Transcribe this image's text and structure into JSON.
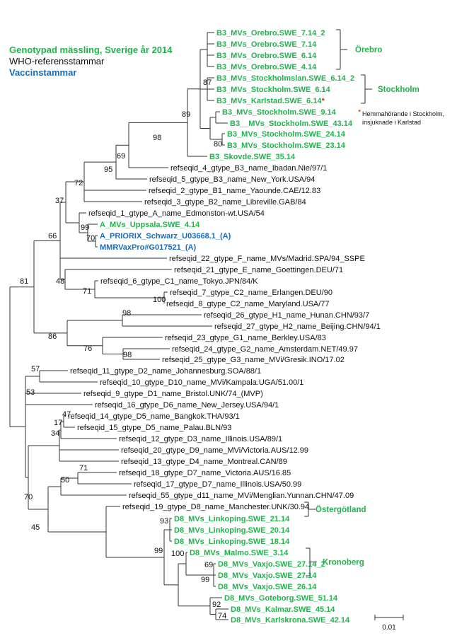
{
  "legend": {
    "genotyped": "Genotypad mässling, Sverige år 2014",
    "reference": "WHO-referensstammar",
    "vaccine": "Vaccinstammar"
  },
  "colors": {
    "green": "#22b24c",
    "blue": "#1a6bb5",
    "black": "#111111",
    "red": "#e0261d"
  },
  "leaves": [
    {
      "label": "B3_MVs_Orebro.SWE_7.14_2",
      "kind": "green"
    },
    {
      "label": "B3_MVs_Orebro.SWE_7.14",
      "kind": "green"
    },
    {
      "label": "B3_MVs_Orebro.SWE_6.14",
      "kind": "green"
    },
    {
      "label": "B3_MVs_Orebro.SWE_4.14",
      "kind": "green"
    },
    {
      "label": "B3_MVs_Stockholmslan.SWE_6.14_2",
      "kind": "green"
    },
    {
      "label": "B3_MVs_Stockholm.SWE_6.14",
      "kind": "green"
    },
    {
      "label": "B3_MVs_Karlstad.SWE_6.14",
      "kind": "green",
      "marker": "*"
    },
    {
      "label": "B3_MVs_Stockholm.SWE_9.14",
      "kind": "green"
    },
    {
      "label": "B3__MVs_Stockholm.SWE_43.14",
      "kind": "green"
    },
    {
      "label": "B3_MVs_Stockholm.SWE_24.14",
      "kind": "green"
    },
    {
      "label": "B3_MVs_Stockholm.SWE_23.14",
      "kind": "green"
    },
    {
      "label": "B3_Skovde.SWE_35.14",
      "kind": "green"
    },
    {
      "label": "refseqid_4_gtype_B3_name_Ibadan.Nie/97/1",
      "kind": "ref"
    },
    {
      "label": "refseqid_5_gtype_B3_name_New_York.USA/94",
      "kind": "ref"
    },
    {
      "label": "refseqid_2_gtype_B1_name_Yaounde.CAE/12.83",
      "kind": "ref"
    },
    {
      "label": "refseqid_3_gtype_B2_name_Libreville.GAB/84",
      "kind": "ref"
    },
    {
      "label": "refseqid_1_gtype_A_name_Edmonston-wt.USA/54",
      "kind": "ref"
    },
    {
      "label": "A_MVs_Uppsala.SWE_4.14",
      "kind": "green"
    },
    {
      "label": "A_PRIORIX_Schwarz_U03668.1_(A)",
      "kind": "blue"
    },
    {
      "label": "MMRVaxPro#G017521_(A)",
      "kind": "blue"
    },
    {
      "label": "refseqid_22_gtype_F_name_MVs/Madrid.SPA/94_SSPE",
      "kind": "ref"
    },
    {
      "label": "refseqid_21_gtype_E_name_Goettingen.DEU/71",
      "kind": "ref"
    },
    {
      "label": "refseqid_6_gtype_C1_name_Tokyo.JPN/84/K",
      "kind": "ref"
    },
    {
      "label": "refseqid_7_gtype_C2_name_Erlangen.DEU/90",
      "kind": "ref"
    },
    {
      "label": "refseqid_8_gtype_C2_name_Maryland.USA/77",
      "kind": "ref"
    },
    {
      "label": "refseqid_26_gtype_H1_name_Hunan.CHN/93/7",
      "kind": "ref"
    },
    {
      "label": "refseqid_27_gtype_H2_name_Beijing.CHN/94/1",
      "kind": "ref"
    },
    {
      "label": "refseqid_23_gtype_G1_name_Berkley.USA/83",
      "kind": "ref"
    },
    {
      "label": "refseqid_24_gtype_G2_name_Amsterdam.NET/49.97",
      "kind": "ref"
    },
    {
      "label": "refseqid_25_gtype_G3_name_MVi/Gresik.INO/17.02",
      "kind": "ref"
    },
    {
      "label": "refseqid_11_gtype_D2_name_Johannesburg.SOA/88/1",
      "kind": "ref"
    },
    {
      "label": "refseqid_10_gtype_D10_name_MVi/Kampala.UGA/51.00/1",
      "kind": "ref"
    },
    {
      "label": "refseqid_9_gtype_D1_name_Bristol.UNK/74_(MVP)",
      "kind": "ref"
    },
    {
      "label": "refseqid_16_gtype_D6_name_New_Jersey.USA/94/1",
      "kind": "ref"
    },
    {
      "label": "refseqid_14_gtype_D5_name_Bangkok.THA/93/1",
      "kind": "ref"
    },
    {
      "label": "refseqid_15_gtype_D5_name_Palau.BLN/93",
      "kind": "ref"
    },
    {
      "label": "refseqid_12_gtype_D3_name_Illinois.USA/89/1",
      "kind": "ref"
    },
    {
      "label": "refseqid_20_gtype_D9_name_MVi/Victoria.AUS/12.99",
      "kind": "ref"
    },
    {
      "label": "refseqid_13_gtype_D4_name_Montreal.CAN/89",
      "kind": "ref"
    },
    {
      "label": "refseqid_18_gtype_D7_name_Victoria.AUS/16.85",
      "kind": "ref"
    },
    {
      "label": "refseqid_17_gtype_D7_name_Illinois.USA/50.99",
      "kind": "ref"
    },
    {
      "label": "refseqid_55_gtype_d11_name_MVi/Menglian.Yunnan.CHN/47.09",
      "kind": "ref"
    },
    {
      "label": "refseqid_19_gtype_D8_name_Manchester.UNK/30.94",
      "kind": "ref"
    },
    {
      "label": "D8_MVs_Linkoping.SWE_21.14",
      "kind": "green"
    },
    {
      "label": "D8_MVs_Linkoping.SWE_20.14",
      "kind": "green"
    },
    {
      "label": "D8_MVs_Linkoping.SWE_18.14",
      "kind": "green"
    },
    {
      "label": "D8_MVs_Malmo.SWE_3.14",
      "kind": "green"
    },
    {
      "label": "D8_MVs_Vaxjo.SWE_27.14_2",
      "kind": "green"
    },
    {
      "label": "D8_MVs_Vaxjo.SWE_27.14",
      "kind": "green"
    },
    {
      "label": "D8_MVs_Vaxjo.SWE_26.14",
      "kind": "green"
    },
    {
      "label": "D8_MVs_Goteborg.SWE_51.14",
      "kind": "green"
    },
    {
      "label": "D8_MVs_Kalmar.SWE_45.14",
      "kind": "green"
    },
    {
      "label": "D8_MVs_Karlskrona.SWE_42.14",
      "kind": "green"
    }
  ],
  "bootstrap": [
    "87",
    "89",
    "98",
    "69",
    "95",
    "72",
    "37",
    "99",
    "70",
    "66",
    "48",
    "71",
    "100",
    "98",
    "86",
    "76",
    "98",
    "81",
    "57",
    "53",
    "47",
    "17",
    "34",
    "71",
    "50",
    "70",
    "45",
    "93",
    "99",
    "100",
    "69",
    "99",
    "92",
    "74",
    "80"
  ],
  "groups": [
    "Örebro",
    "Stockholm",
    "Östergötland",
    "Kronoberg"
  ],
  "footnote": [
    "Hemmahörande i Stockholm,",
    "insjuknade i Karlstad"
  ],
  "scale_label": "0.01"
}
